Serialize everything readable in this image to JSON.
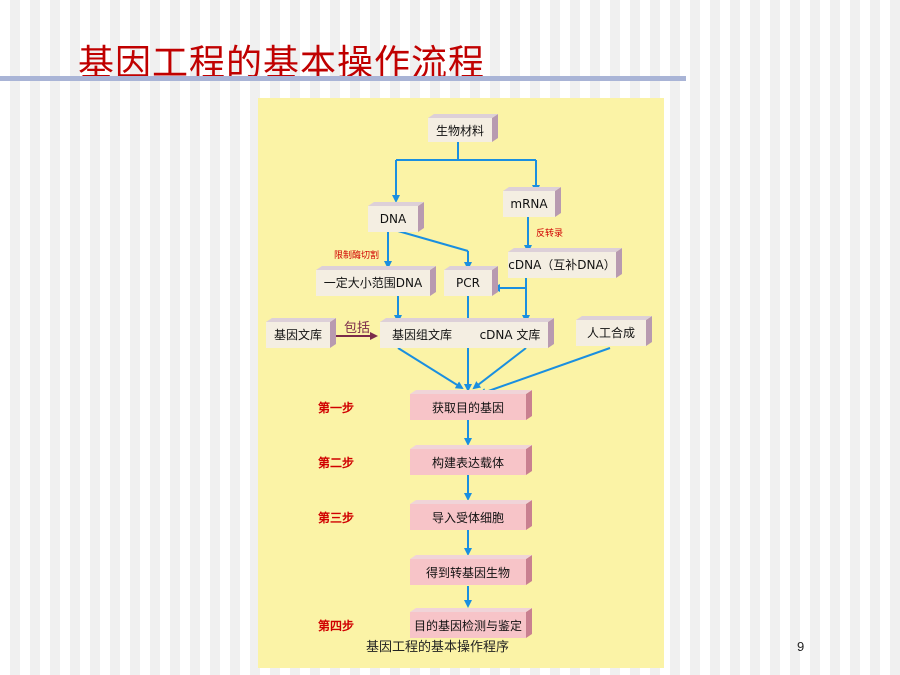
{
  "slide": {
    "title": "基因工程的基本操作流程",
    "footer": "基因工程的基本操作程序",
    "page_number": "9"
  },
  "diagram": {
    "nodes": {
      "bio_material": "生物材料",
      "dna": "DNA",
      "mrna": "mRNA",
      "size_dna": "一定大小范围DNA",
      "pcr": "PCR",
      "cdna": "cDNA（互补DNA）",
      "gene_library": "基因文库",
      "genomic_library": "基因组文库",
      "cdna_library": "cDNA 文库",
      "artificial_synthesis": "人工合成",
      "step1_box": "获取目的基因",
      "step2_box": "构建表达载体",
      "step3_box": "导入受体细胞",
      "transgenic_box": "得到转基因生物",
      "step4_box": "目的基因检测与鉴定"
    },
    "edge_labels": {
      "restriction_enzyme": "限制酶切割",
      "reverse_transcription": "反转录",
      "includes": "包括"
    },
    "steps": {
      "step1": "第一步",
      "step2": "第二步",
      "step3": "第三步",
      "step4": "第四步"
    },
    "colors": {
      "title": "#c00000",
      "panel": "#fbf3a6",
      "arrow": "#1a8fe0",
      "includes_arrow": "#7a2a4a",
      "step_label": "#d00000",
      "step_box": "#f7c4c8",
      "node_box": "#f4eee2"
    }
  }
}
